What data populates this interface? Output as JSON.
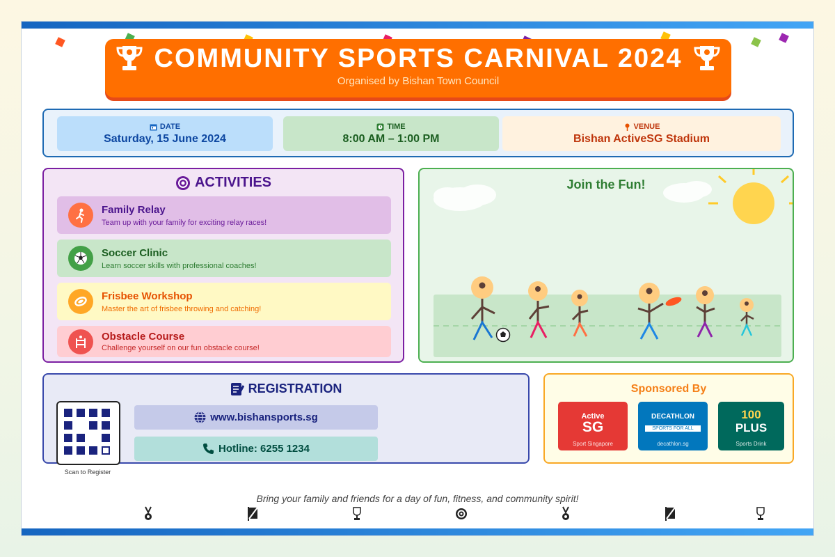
{
  "header": {
    "title": "COMMUNITY SPORTS CARNIVAL 2024",
    "subtitle": "Organised by Bishan Town Council",
    "icon_left": "trophy-icon",
    "icon_right": "trophy-icon"
  },
  "info": {
    "date": {
      "label": "DATE",
      "value": "Saturday, 15 June 2024",
      "icon": "calendar-icon"
    },
    "time": {
      "label": "TIME",
      "value": "8:00 AM – 1:00 PM",
      "icon": "clock-icon"
    },
    "venue": {
      "label": "VENUE",
      "value": "Bishan ActiveSG Stadium",
      "icon": "pin-icon"
    }
  },
  "activities": {
    "title": "ACTIVITIES",
    "icon": "target-icon",
    "items": [
      {
        "name": "Family Relay",
        "desc": "Team up with your family for exciting relay races!",
        "icon": "runner-icon"
      },
      {
        "name": "Soccer Clinic",
        "desc": "Learn soccer skills with professional coaches!",
        "icon": "soccer-ball-icon"
      },
      {
        "name": "Frisbee Workshop",
        "desc": "Master the art of frisbee throwing and catching!",
        "icon": "frisbee-icon"
      },
      {
        "name": "Obstacle Course",
        "desc": "Challenge yourself on our fun obstacle course!",
        "icon": "obstacle-icon"
      }
    ]
  },
  "fun": {
    "title": "Join the Fun!"
  },
  "registration": {
    "title": "REGISTRATION",
    "icon": "memo-icon",
    "website": "www.bishansports.sg",
    "hotline": "Hotline: 6255 1234",
    "qr_caption": "Scan to Register"
  },
  "sponsors": {
    "title": "Sponsored By",
    "items": [
      {
        "line1": "Active",
        "line2": "SG",
        "caption": "Sport Singapore",
        "color": "#e53935"
      },
      {
        "line1": "DECATHLON",
        "line2": "SPORTS FOR ALL",
        "caption": "decathlon.sg",
        "color": "#0277bd"
      },
      {
        "line1": "100",
        "line2": "PLUS",
        "caption": "Sports Drink",
        "color": "#00695c"
      }
    ]
  },
  "footer": {
    "text": "Bring your family and friends for a day of fun, fitness, and community spirit!",
    "icons": [
      "medal-icon",
      "flag-icon",
      "trophy-icon",
      "target-icon",
      "medal-icon",
      "flag-icon",
      "trophy-icon"
    ]
  },
  "colors": {
    "primary_orange": "#ff6f00",
    "blue": "#1565c0",
    "purple": "#7b1fa2",
    "green": "#4caf50",
    "yellow": "#f9a825"
  }
}
